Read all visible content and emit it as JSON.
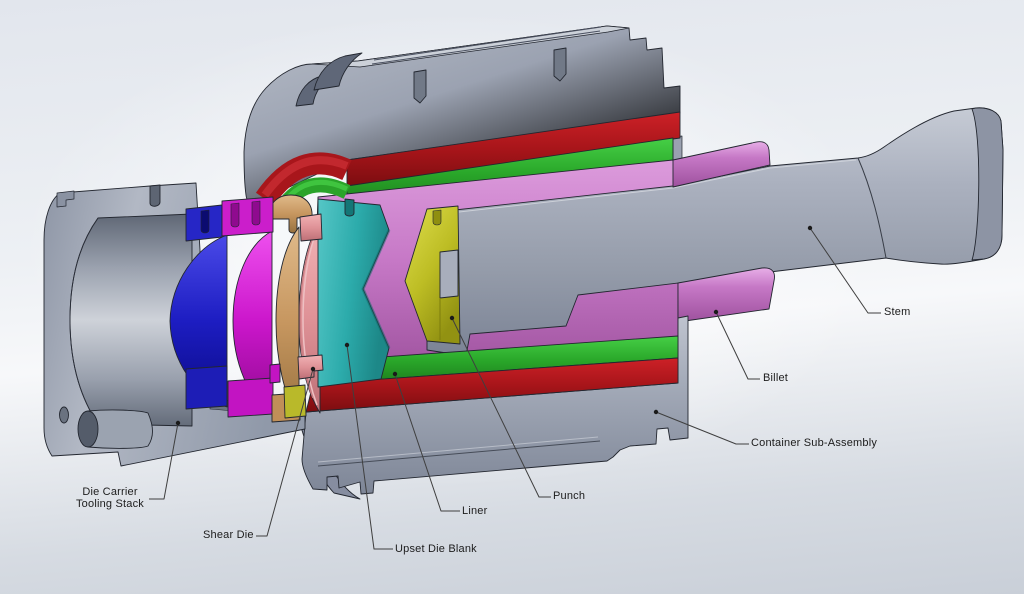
{
  "scene": {
    "description": "Cutaway CAD render of extrusion press container and tooling stack with part callouts",
    "background": {
      "top": "#e2e6ed",
      "middle": "#f7f8fa",
      "bottom": "#c9cfd8"
    }
  },
  "callouts": {
    "stem": {
      "text": "Stem"
    },
    "billet": {
      "text": "Billet"
    },
    "container_sub_assembly": {
      "text": "Container Sub-Assembly"
    },
    "die_carrier_tooling_stack": {
      "text": "Die Carrier\nTooling Stack"
    },
    "shear_die": {
      "text": "Shear Die"
    },
    "upset_die_blank": {
      "text": "Upset Die Blank"
    },
    "liner": {
      "text": "Liner"
    },
    "punch": {
      "text": "Punch"
    }
  },
  "parts": [
    {
      "name": "Stem",
      "color": "#a8aebc"
    },
    {
      "name": "Billet",
      "color": "#c678c6"
    },
    {
      "name": "Container Sub-Assembly",
      "color": "#9aa1b0"
    },
    {
      "name": "Die Carrier Tooling Stack",
      "color": "#9aa1b0"
    },
    {
      "name": "Liner",
      "color": "#2aa82a"
    },
    {
      "name": "Punch",
      "color": "#bdbd24"
    },
    {
      "name": "Upset Die Blank",
      "color": "#2cabab"
    },
    {
      "name": "Shear Die",
      "color": "#df9297"
    }
  ],
  "palette": {
    "gray": "#9aa1b0",
    "gray_dark": "#6f7788",
    "red": "#a8151a",
    "green": "#2aa82a",
    "orchid": "#c678c6",
    "teal": "#2cabab",
    "yellow": "#bdbd24",
    "blue": "#1d1dc2",
    "blue_dark": "#1515a0",
    "magenta": "#cb16cb",
    "magenta_dark": "#b012b0",
    "tan": "#c6965f",
    "salmon": "#df9297",
    "leader": "#3f3f3f"
  }
}
